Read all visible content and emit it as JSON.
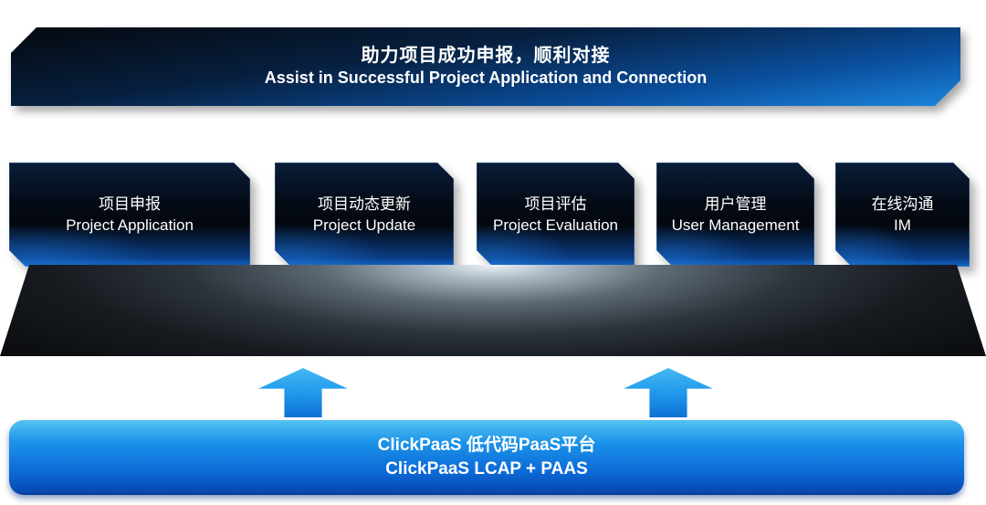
{
  "banner": {
    "title_zh": "助力项目成功申报，顺利对接",
    "title_en": "Assist in Successful Project Application and Connection"
  },
  "modules": [
    {
      "zh": "项目申报",
      "en": "Project Application"
    },
    {
      "zh": "项目动态更新",
      "en": "Project Update"
    },
    {
      "zh": "项目评估",
      "en": "Project Evaluation"
    },
    {
      "zh": "用户管理",
      "en": "User Management"
    },
    {
      "zh": "在线沟通",
      "en": "IM"
    }
  ],
  "platform_bar": {
    "title_zh": "ClickPaaS 低代码PaaS平台",
    "title_en": "ClickPaaS LCAP + PAAS"
  },
  "icons": {
    "arrow_up_left": "arrow-up-icon",
    "arrow_up_right": "arrow-up-icon"
  },
  "colors": {
    "banner_gradient_top": "#05090f",
    "banner_gradient_bottom": "#1b85dd",
    "box_dark": "#03070d",
    "box_blue_glow": "#1268c8",
    "platform_glow": "#eef3f7",
    "platform_dark": "#0b0d10",
    "arrow_blue_top": "#45b8f4",
    "arrow_blue_bottom": "#0e6fd6",
    "bar_gradient_top": "#55c3f2",
    "bar_gradient_bottom": "#0848b0",
    "text": "#ffffff",
    "background": "#ffffff"
  }
}
